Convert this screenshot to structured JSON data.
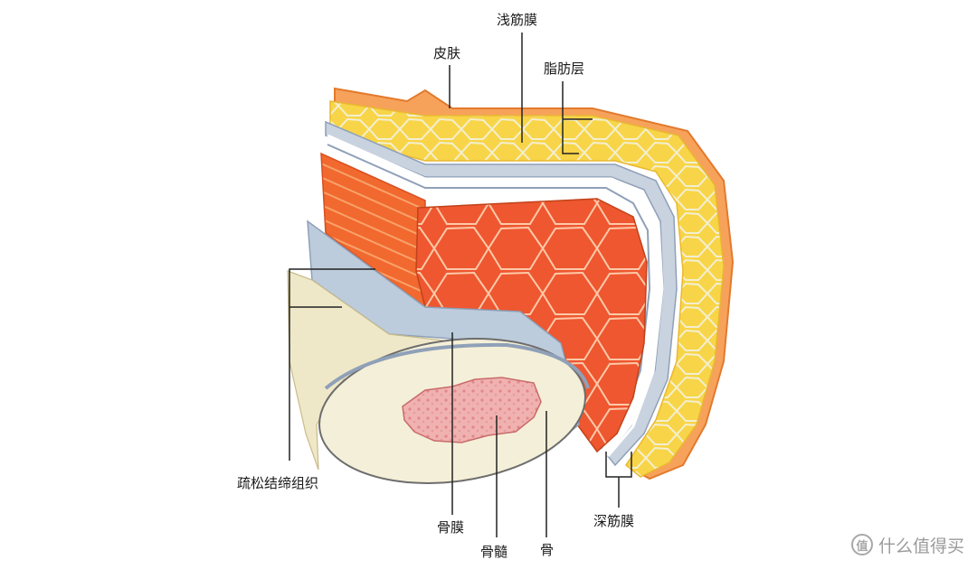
{
  "diagram": {
    "labels": {
      "skin": "皮肤",
      "superficial_fascia": "浅筋膜",
      "fat_layer": "脂肪层",
      "loose_connective_tissue": "疏松结缔组织",
      "periosteum": "骨膜",
      "bone_marrow": "骨髓",
      "bone": "骨",
      "deep_fascia": "深筋膜"
    },
    "colors": {
      "skin": "#f7a25a",
      "fat": "#f7d64a",
      "muscle": "#ee5a2c",
      "fascia": "#c9d3df",
      "bone": "#f2ecd3",
      "marrow": "#f1b6b2"
    }
  },
  "watermark": {
    "badge": "值",
    "text": "什么值得买"
  }
}
